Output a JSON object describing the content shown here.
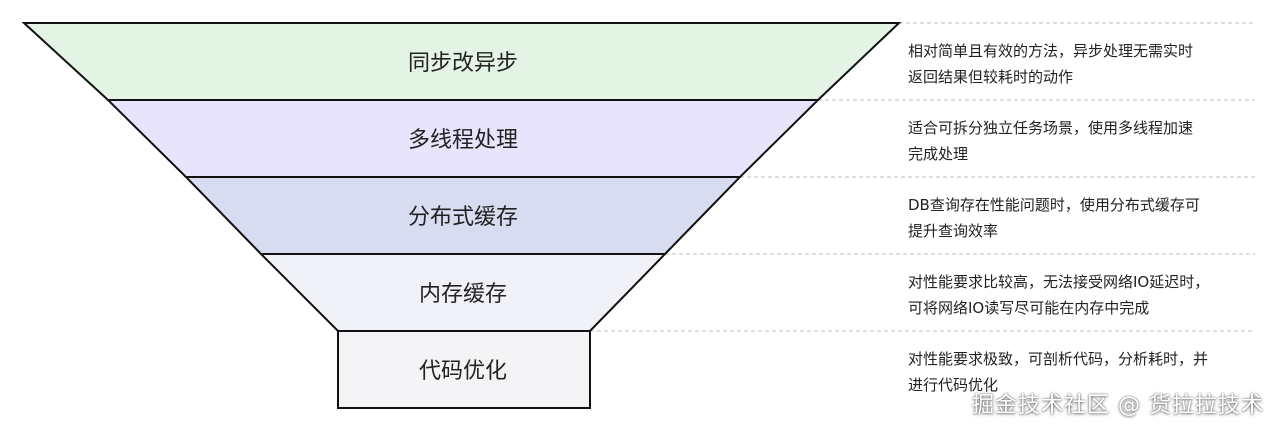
{
  "tiers": [
    {
      "label": "同步改异步",
      "fill": "#e3f4e4",
      "description": "相对简单且有效的方法，异步处理无需实时\n返回结果但较耗时的动作"
    },
    {
      "label": "多线程处理",
      "fill": "#e8e4fb",
      "description": "适合可拆分独立任务场景，使用多线程加速\n完成处理"
    },
    {
      "label": "分布式缓存",
      "fill": "#d7dcf1",
      "description": "DB查询存在性能问题时，使用分布式缓存可\n提升查询效率"
    },
    {
      "label": "内存缓存",
      "fill": "#f1f2f8",
      "description": "对性能要求比较高，无法接受网络IO延迟时，\n可将网络IO读写尽可能在内存中完成"
    },
    {
      "label": "代码优化",
      "fill": "#f4f4f7",
      "description": "对性能要求极致，可剖析代码，分析耗时，并\n进行代码优化"
    }
  ],
  "watermark": "掘金技术社区 @ 货拉拉技术"
}
